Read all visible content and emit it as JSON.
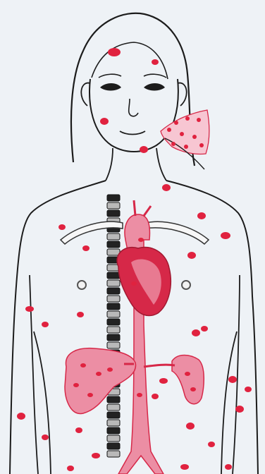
{
  "colors": {
    "background": "#eef2f6",
    "outline": "#1c1c1c",
    "lesion": "#e0223f",
    "organ_fill": "#ec8ea4",
    "organ_dark": "#d62848",
    "spine_dark": "#222222",
    "spine_light": "#b9b9b9"
  },
  "figure": {
    "subject": "human-torso-outline",
    "organs": [
      "heart",
      "aorta",
      "liver",
      "spleen",
      "spine",
      "parotid-gland"
    ],
    "lesions_shown": true
  }
}
